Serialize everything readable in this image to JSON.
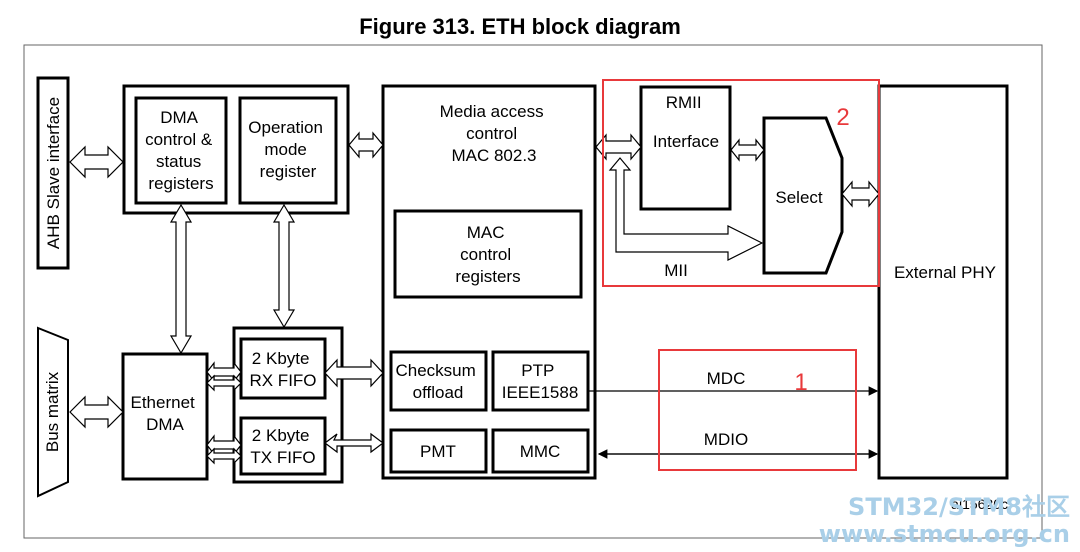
{
  "title": "Figure 313. ETH block diagram",
  "blocks": {
    "ahb": "AHB Slave interface",
    "bus": "Bus matrix",
    "dma_ctrl": [
      "DMA",
      "control &",
      "status",
      "registers"
    ],
    "op_mode": [
      "Operation",
      "mode",
      "register"
    ],
    "eth_dma": [
      "Ethernet",
      "DMA"
    ],
    "rx_fifo": [
      "2 Kbyte",
      "RX FIFO"
    ],
    "tx_fifo": [
      "2 Kbyte",
      "TX FIFO"
    ],
    "mac": [
      "Media access",
      "control",
      "MAC 802.3"
    ],
    "mac_regs": [
      "MAC",
      "control",
      "registers"
    ],
    "checksum": [
      "Checksum",
      "offload"
    ],
    "ptp": [
      "PTP",
      "IEEE1588"
    ],
    "pmt": "PMT",
    "mmc": "MMC",
    "rmii": [
      "RMII",
      "Interface"
    ],
    "select": "Select",
    "phy": "External PHY"
  },
  "signals": {
    "mii": "MII",
    "mdc": "MDC",
    "mdio": "MDIO"
  },
  "annotations": {
    "one": "1",
    "two": "2",
    "code": "ai15620c"
  },
  "watermark": [
    "STM32/STM8社区",
    "www.stmcu.org.cn"
  ],
  "colors": {
    "annotation": "#e8393b",
    "watermark": "#a9cfe8"
  }
}
